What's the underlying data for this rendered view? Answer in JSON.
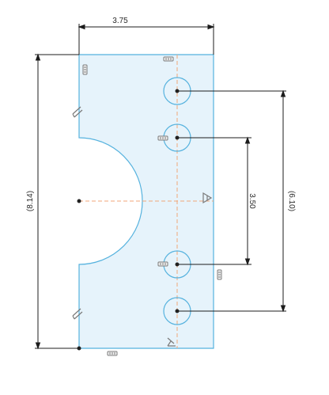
{
  "sketch": {
    "dimensions": {
      "width": "3.75",
      "overall_height": "(8.14)",
      "hole_spacing": "3.50",
      "outer_hole_spacing": "(6.10)"
    },
    "colors": {
      "profile_fill": "#e6f3fb",
      "profile_stroke": "#55b2de",
      "dimension_line": "#1c1c1c",
      "centerline": "#f0a77a",
      "constraint_glyph": "#7a7a7a",
      "point": "#222222"
    },
    "constraint_icons": [
      "horizontal-constraint-icon",
      "vertical-constraint-icon",
      "coincident-constraint-icon",
      "tangent-constraint-icon",
      "perpendicular-constraint-icon",
      "midpoint-constraint-icon"
    ]
  }
}
